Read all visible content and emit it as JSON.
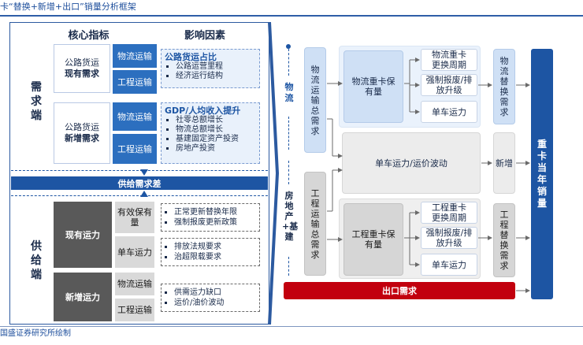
{
  "title": "卡“替换+新增+出口”销量分析框架",
  "source": "国盛证券研究所绘制",
  "left": {
    "header_core": "核心指标",
    "header_factor": "影响因素",
    "demand_label": "需求端",
    "supply_label": "供给端",
    "gap_label": "供给需求差",
    "demand_rows": [
      {
        "name_line1": "公路货运",
        "name_line2": "现有需求",
        "cells": [
          "物流运输",
          "工程运输"
        ]
      },
      {
        "name_line1": "公路货运",
        "name_line2": "新增需求",
        "cells": [
          "物流运输",
          "工程运输"
        ]
      }
    ],
    "factor_top": {
      "heading": "公路货运占比",
      "items": [
        "公路运营里程",
        "经济运行结构"
      ]
    },
    "factor_bottom": {
      "heading": "GDP/人均收入提升",
      "items": [
        "社零总额增长",
        "物流总额增长",
        "基建固定资产投资",
        "房地产投资"
      ]
    },
    "supply_rows": [
      {
        "name": "现有运力",
        "subs": [
          {
            "label": "有效保有量",
            "items": [
              "正常更新替换年限",
              "强制报废更新政策"
            ]
          },
          {
            "label": "单车运力",
            "items": [
              "排放法规要求",
              "治超限载要求"
            ]
          }
        ]
      },
      {
        "name": "新增运力",
        "subs": [
          {
            "label": "物流运输",
            "items": []
          },
          {
            "label": "工程运输",
            "items": []
          }
        ],
        "items": [
          "供需运力缺口",
          "运价/油价波动"
        ]
      }
    ]
  },
  "right": {
    "side_top": "物流",
    "side_bottom": "房地产+基建",
    "top_demand": "物流运输总需求",
    "top_fleet": "物流重卡保有量",
    "top_subs": [
      "物流重卡更换周期",
      "强制报废/排放升级",
      "单车运力"
    ],
    "top_result": "物流替换需求",
    "middle_box": "单车运力/运价波动",
    "middle_result": "新增",
    "bottom_demand": "工程运输总需求",
    "bottom_fleet": "工程重卡保有量",
    "bottom_subs": [
      "工程重卡更换周期",
      "强制报废/排放升级",
      "单车运力"
    ],
    "bottom_result": "工程替换需求",
    "export": "出口需求",
    "final": "重卡当年销量"
  },
  "colors": {
    "accent_blue": "#1d55a3",
    "mid_blue": "#2c6fbf",
    "export_red": "#c2000e"
  }
}
